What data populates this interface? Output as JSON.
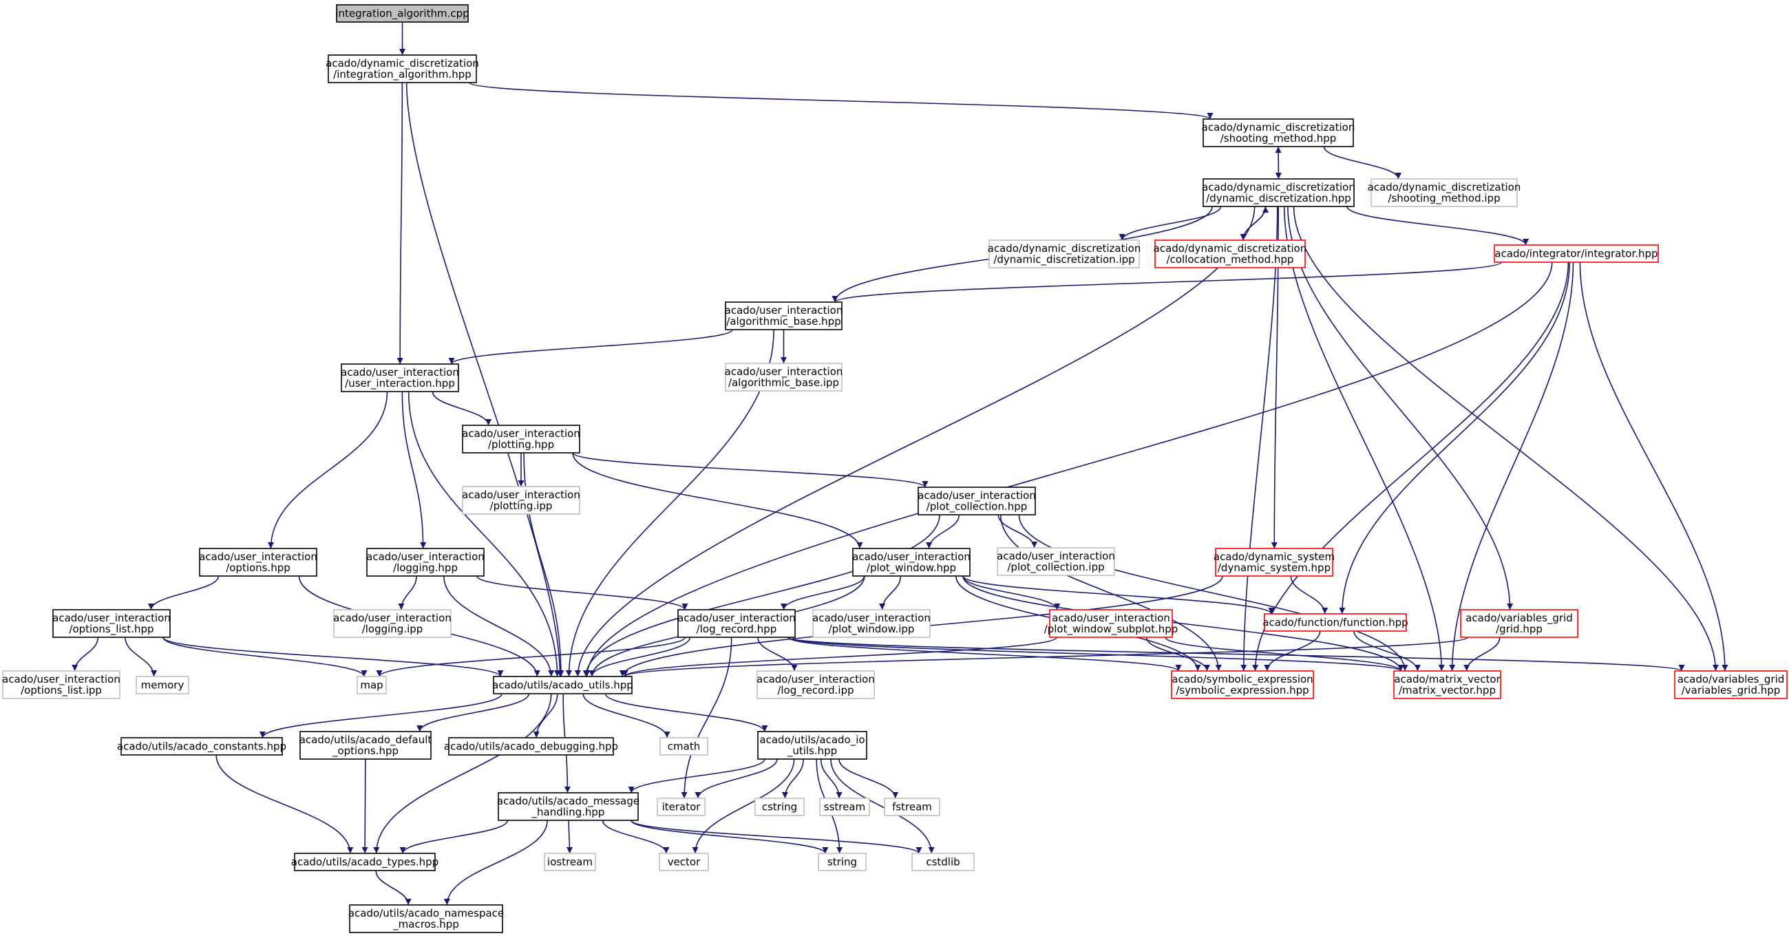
{
  "colors": {
    "edge": "#191970",
    "root_fill": "#bfbfbf",
    "documented_border": "#000000",
    "truncated_border": "#ff0000",
    "external_border": "#bfbfbf"
  },
  "nodes": [
    {
      "id": "n0",
      "lines": [
        "integration_algorithm.cpp"
      ],
      "kind": "root"
    },
    {
      "id": "n1",
      "lines": [
        "acado/dynamic_discretization",
        "/integration_algorithm.hpp"
      ],
      "kind": "doc"
    },
    {
      "id": "n2",
      "lines": [
        "acado/dynamic_discretization",
        "/shooting_method.hpp"
      ],
      "kind": "doc"
    },
    {
      "id": "n3",
      "lines": [
        "acado/dynamic_discretization",
        "/dynamic_discretization.hpp"
      ],
      "kind": "doc"
    },
    {
      "id": "n4",
      "lines": [
        "acado/dynamic_discretization",
        "/shooting_method.ipp"
      ],
      "kind": "ext"
    },
    {
      "id": "n5",
      "lines": [
        "acado/dynamic_discretization",
        "/dynamic_discretization.ipp"
      ],
      "kind": "ext"
    },
    {
      "id": "n6",
      "lines": [
        "acado/dynamic_discretization",
        "/collocation_method.hpp"
      ],
      "kind": "red"
    },
    {
      "id": "n7",
      "lines": [
        "acado/integrator/integrator.hpp"
      ],
      "kind": "red"
    },
    {
      "id": "n8",
      "lines": [
        "acado/user_interaction",
        "/algorithmic_base.hpp"
      ],
      "kind": "doc"
    },
    {
      "id": "n9",
      "lines": [
        "acado/user_interaction",
        "/algorithmic_base.ipp"
      ],
      "kind": "ext"
    },
    {
      "id": "n10",
      "lines": [
        "acado/user_interaction",
        "/user_interaction.hpp"
      ],
      "kind": "doc"
    },
    {
      "id": "n11",
      "lines": [
        "acado/user_interaction",
        "/plotting.hpp"
      ],
      "kind": "doc"
    },
    {
      "id": "n12",
      "lines": [
        "acado/user_interaction",
        "/plotting.ipp"
      ],
      "kind": "ext"
    },
    {
      "id": "n13",
      "lines": [
        "acado/user_interaction",
        "/plot_collection.hpp"
      ],
      "kind": "doc"
    },
    {
      "id": "n14",
      "lines": [
        "acado/user_interaction",
        "/plot_collection.ipp"
      ],
      "kind": "ext"
    },
    {
      "id": "n15",
      "lines": [
        "acado/user_interaction",
        "/options.hpp"
      ],
      "kind": "doc"
    },
    {
      "id": "n16",
      "lines": [
        "acado/user_interaction",
        "/logging.hpp"
      ],
      "kind": "doc"
    },
    {
      "id": "n17",
      "lines": [
        "acado/user_interaction",
        "/plot_window.hpp"
      ],
      "kind": "doc"
    },
    {
      "id": "n18",
      "lines": [
        "acado/dynamic_system",
        "/dynamic_system.hpp"
      ],
      "kind": "red"
    },
    {
      "id": "n19",
      "lines": [
        "acado/user_interaction",
        "/options_list.hpp"
      ],
      "kind": "doc"
    },
    {
      "id": "n20",
      "lines": [
        "acado/user_interaction",
        "/logging.ipp"
      ],
      "kind": "ext"
    },
    {
      "id": "n21",
      "lines": [
        "acado/user_interaction",
        "/log_record.hpp"
      ],
      "kind": "doc"
    },
    {
      "id": "n22",
      "lines": [
        "acado/user_interaction",
        "/plot_window.ipp"
      ],
      "kind": "ext"
    },
    {
      "id": "n23",
      "lines": [
        "acado/user_interaction",
        "/plot_window_subplot.hpp"
      ],
      "kind": "red"
    },
    {
      "id": "n24",
      "lines": [
        "acado/function/function.hpp"
      ],
      "kind": "red"
    },
    {
      "id": "n25",
      "lines": [
        "acado/variables_grid",
        "/grid.hpp"
      ],
      "kind": "red"
    },
    {
      "id": "n26",
      "lines": [
        "acado/user_interaction",
        "/options_list.ipp"
      ],
      "kind": "ext"
    },
    {
      "id": "n27",
      "lines": [
        "memory"
      ],
      "kind": "ext"
    },
    {
      "id": "n28",
      "lines": [
        "map"
      ],
      "kind": "ext"
    },
    {
      "id": "n29",
      "lines": [
        "acado/utils/acado_utils.hpp"
      ],
      "kind": "doc"
    },
    {
      "id": "n30",
      "lines": [
        "acado/user_interaction",
        "/log_record.ipp"
      ],
      "kind": "ext"
    },
    {
      "id": "n31",
      "lines": [
        "acado/symbolic_expression",
        "/symbolic_expression.hpp"
      ],
      "kind": "red"
    },
    {
      "id": "n32",
      "lines": [
        "acado/matrix_vector",
        "/matrix_vector.hpp"
      ],
      "kind": "red"
    },
    {
      "id": "n33",
      "lines": [
        "acado/variables_grid",
        "/variables_grid.hpp"
      ],
      "kind": "red"
    },
    {
      "id": "n34",
      "lines": [
        "acado/utils/acado_constants.hpp"
      ],
      "kind": "doc"
    },
    {
      "id": "n35",
      "lines": [
        "acado/utils/acado_default",
        "_options.hpp"
      ],
      "kind": "doc"
    },
    {
      "id": "n36",
      "lines": [
        "acado/utils/acado_debugging.hpp"
      ],
      "kind": "doc"
    },
    {
      "id": "n37",
      "lines": [
        "cmath"
      ],
      "kind": "ext"
    },
    {
      "id": "n38",
      "lines": [
        "acado/utils/acado_io",
        "_utils.hpp"
      ],
      "kind": "doc"
    },
    {
      "id": "n39",
      "lines": [
        "acado/utils/acado_message",
        "_handling.hpp"
      ],
      "kind": "doc"
    },
    {
      "id": "n40",
      "lines": [
        "iterator"
      ],
      "kind": "ext"
    },
    {
      "id": "n41",
      "lines": [
        "cstring"
      ],
      "kind": "ext"
    },
    {
      "id": "n42",
      "lines": [
        "sstream"
      ],
      "kind": "ext"
    },
    {
      "id": "n43",
      "lines": [
        "fstream"
      ],
      "kind": "ext"
    },
    {
      "id": "n44",
      "lines": [
        "acado/utils/acado_types.hpp"
      ],
      "kind": "doc"
    },
    {
      "id": "n45",
      "lines": [
        "iostream"
      ],
      "kind": "ext"
    },
    {
      "id": "n46",
      "lines": [
        "vector"
      ],
      "kind": "ext"
    },
    {
      "id": "n47",
      "lines": [
        "string"
      ],
      "kind": "ext"
    },
    {
      "id": "n48",
      "lines": [
        "cstdlib"
      ],
      "kind": "ext"
    },
    {
      "id": "n49",
      "lines": [
        "acado/utils/acado_namespace",
        "_macros.hpp"
      ],
      "kind": "doc"
    }
  ],
  "edges": [
    [
      "n0",
      "n1"
    ],
    [
      "n1",
      "n2"
    ],
    [
      "n1",
      "n10"
    ],
    [
      "n1",
      "n29"
    ],
    [
      "n2",
      "n3"
    ],
    [
      "n2",
      "n4"
    ],
    [
      "n3",
      "n2"
    ],
    [
      "n3",
      "n5"
    ],
    [
      "n3",
      "n6"
    ],
    [
      "n3",
      "n7"
    ],
    [
      "n3",
      "n8"
    ],
    [
      "n3",
      "n18"
    ],
    [
      "n3",
      "n25"
    ],
    [
      "n3",
      "n29"
    ],
    [
      "n3",
      "n31"
    ],
    [
      "n3",
      "n32"
    ],
    [
      "n3",
      "n33"
    ],
    [
      "n6",
      "n3"
    ],
    [
      "n7",
      "n8"
    ],
    [
      "n7",
      "n24"
    ],
    [
      "n7",
      "n29"
    ],
    [
      "n7",
      "n31"
    ],
    [
      "n7",
      "n32"
    ],
    [
      "n7",
      "n33"
    ],
    [
      "n8",
      "n9"
    ],
    [
      "n8",
      "n10"
    ],
    [
      "n8",
      "n29"
    ],
    [
      "n10",
      "n11"
    ],
    [
      "n10",
      "n15"
    ],
    [
      "n10",
      "n16"
    ],
    [
      "n10",
      "n29"
    ],
    [
      "n11",
      "n12"
    ],
    [
      "n11",
      "n13"
    ],
    [
      "n11",
      "n17"
    ],
    [
      "n11",
      "n29"
    ],
    [
      "n13",
      "n14"
    ],
    [
      "n13",
      "n17"
    ],
    [
      "n13",
      "n29"
    ],
    [
      "n13",
      "n31"
    ],
    [
      "n13",
      "n32"
    ],
    [
      "n15",
      "n19"
    ],
    [
      "n15",
      "n29"
    ],
    [
      "n16",
      "n20"
    ],
    [
      "n16",
      "n21"
    ],
    [
      "n16",
      "n29"
    ],
    [
      "n17",
      "n21"
    ],
    [
      "n17",
      "n22"
    ],
    [
      "n17",
      "n23"
    ],
    [
      "n17",
      "n24"
    ],
    [
      "n17",
      "n29"
    ],
    [
      "n17",
      "n31"
    ],
    [
      "n17",
      "n32"
    ],
    [
      "n18",
      "n24"
    ],
    [
      "n18",
      "n29"
    ],
    [
      "n19",
      "n26"
    ],
    [
      "n19",
      "n27"
    ],
    [
      "n19",
      "n28"
    ],
    [
      "n19",
      "n29"
    ],
    [
      "n21",
      "n28"
    ],
    [
      "n21",
      "n29"
    ],
    [
      "n21",
      "n30"
    ],
    [
      "n21",
      "n31"
    ],
    [
      "n21",
      "n32"
    ],
    [
      "n21",
      "n33"
    ],
    [
      "n21",
      "n40"
    ],
    [
      "n23",
      "n29"
    ],
    [
      "n23",
      "n31"
    ],
    [
      "n23",
      "n32"
    ],
    [
      "n24",
      "n31"
    ],
    [
      "n24",
      "n32"
    ],
    [
      "n25",
      "n29"
    ],
    [
      "n25",
      "n32"
    ],
    [
      "n29",
      "n34"
    ],
    [
      "n29",
      "n35"
    ],
    [
      "n29",
      "n36"
    ],
    [
      "n29",
      "n37"
    ],
    [
      "n29",
      "n38"
    ],
    [
      "n29",
      "n39"
    ],
    [
      "n29",
      "n44"
    ],
    [
      "n34",
      "n44"
    ],
    [
      "n35",
      "n44"
    ],
    [
      "n38",
      "n39"
    ],
    [
      "n38",
      "n40"
    ],
    [
      "n38",
      "n41"
    ],
    [
      "n38",
      "n42"
    ],
    [
      "n38",
      "n43"
    ],
    [
      "n38",
      "n46"
    ],
    [
      "n38",
      "n47"
    ],
    [
      "n38",
      "n48"
    ],
    [
      "n39",
      "n44"
    ],
    [
      "n39",
      "n45"
    ],
    [
      "n39",
      "n46"
    ],
    [
      "n39",
      "n47"
    ],
    [
      "n39",
      "n48"
    ],
    [
      "n39",
      "n49"
    ],
    [
      "n44",
      "n49"
    ]
  ]
}
